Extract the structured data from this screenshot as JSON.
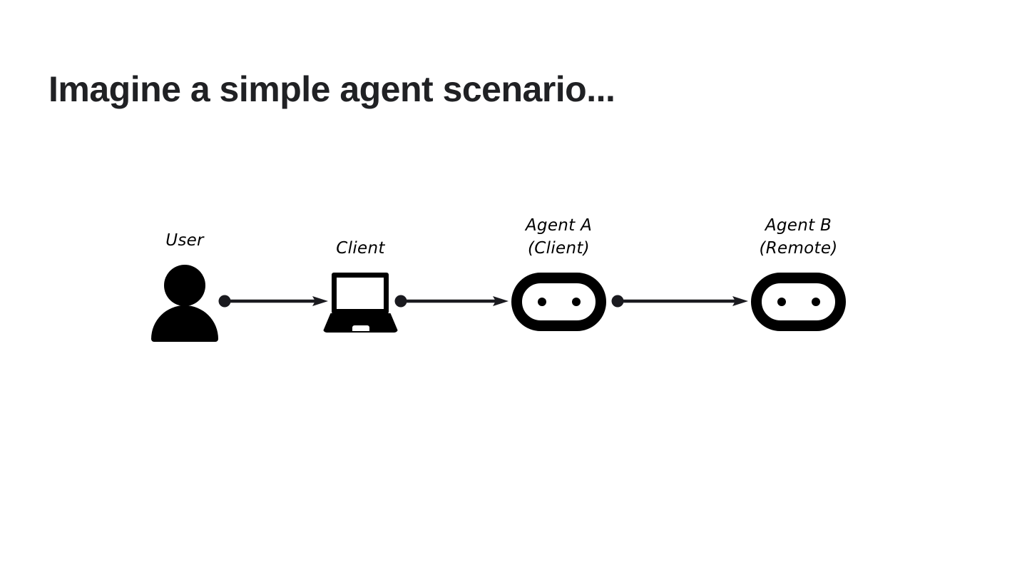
{
  "slide": {
    "title": "Imagine a simple agent scenario...",
    "title_color": "#202124",
    "background_color": "#ffffff",
    "ink_color": "#000000"
  },
  "diagram": {
    "type": "flow",
    "orientation": "left-to-right",
    "nodes": [
      {
        "id": "user",
        "icon": "person-icon",
        "label_line1": "User",
        "label_line2": ""
      },
      {
        "id": "client",
        "icon": "laptop-icon",
        "label_line1": "Client",
        "label_line2": ""
      },
      {
        "id": "agent-a",
        "icon": "robot-icon",
        "label_line1": "Agent A",
        "label_line2": "(Client)"
      },
      {
        "id": "agent-b",
        "icon": "robot-icon",
        "label_line1": "Agent B",
        "label_line2": "(Remote)"
      }
    ],
    "connectors": [
      {
        "id": "user-to-client",
        "from": "user",
        "to": "client",
        "style": "dot-to-arrow"
      },
      {
        "id": "client-to-agent-a",
        "from": "client",
        "to": "agent-a",
        "style": "dot-to-arrow"
      },
      {
        "id": "agent-a-to-agent-b",
        "from": "agent-a",
        "to": "agent-b",
        "style": "dot-to-arrow"
      }
    ]
  }
}
